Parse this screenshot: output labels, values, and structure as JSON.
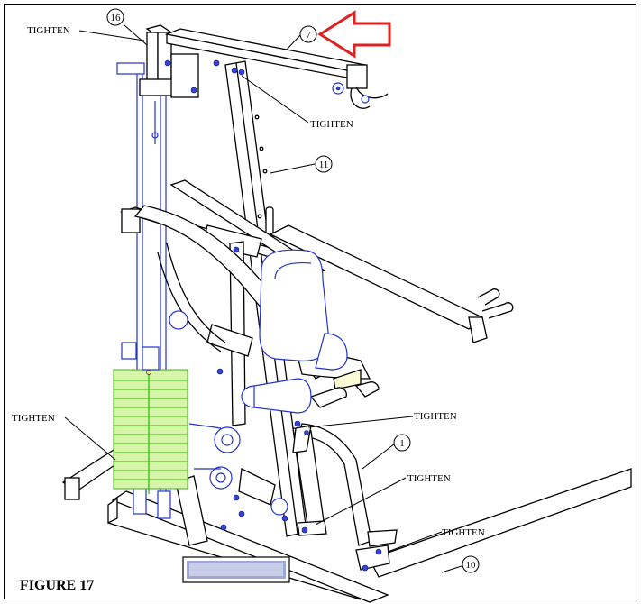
{
  "figure_label": "FIGURE 17",
  "callouts": {
    "c16": "16",
    "c7": "7",
    "c11": "11",
    "c1": "1",
    "c10": "10"
  },
  "tighten_labels": {
    "top_left": "TIGHTEN",
    "top_mid": "TIGHTEN",
    "left": "TIGHTEN",
    "right_upper": "TIGHTEN",
    "right_mid": "TIGHTEN",
    "right_lower": "TIGHTEN"
  },
  "colors": {
    "outline": "#000000",
    "blue_parts": "#2233cc",
    "weight_stack": "#37b80b",
    "arrow": "#dd2222",
    "bolt": "#3344dd"
  },
  "icons": {
    "pointer": "red-arrow-icon",
    "bolt": "bolt-icon"
  }
}
